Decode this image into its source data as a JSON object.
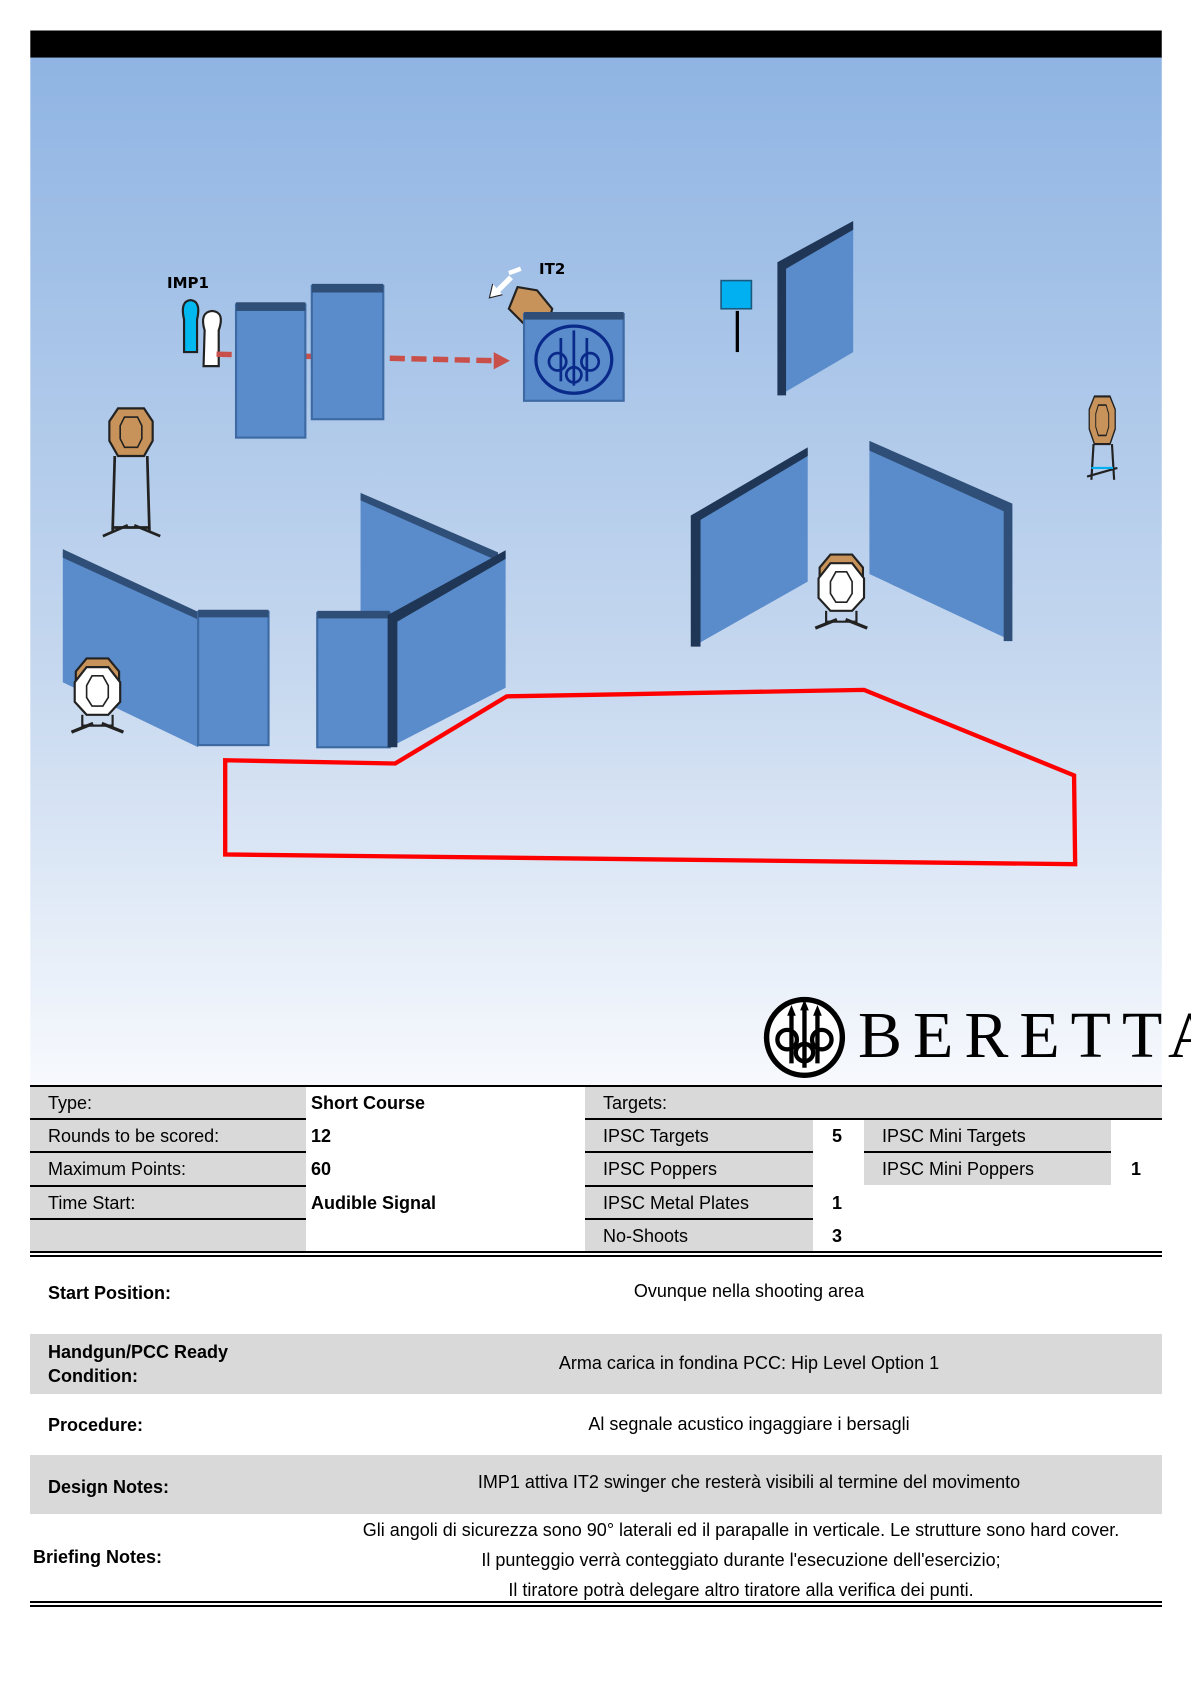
{
  "diagram": {
    "labels": {
      "imp1": "IMP1",
      "it2": "IT2"
    },
    "logo_text": "BERETTA",
    "colors": {
      "sky_top": "#8fb4e3",
      "sky_bottom": "#f4f7fc",
      "wall": "#5a8bcb",
      "wall_dark": "#2f4f78",
      "target": "#c8935a",
      "shooting_area": "#ff0000",
      "activator": "#00b0f0",
      "arrow": "#c9504a"
    }
  },
  "summary": {
    "type_label": "Type:",
    "type_value": "Short Course",
    "rounds_label": "Rounds to be scored:",
    "rounds_value": "12",
    "points_label": "Maximum Points:",
    "points_value": "60",
    "start_label": "Time Start:",
    "start_value": "Audible Signal",
    "targets_label": "Targets:",
    "targets": [
      {
        "label": "IPSC Targets",
        "count": "5"
      },
      {
        "label": "IPSC Poppers",
        "count": ""
      },
      {
        "label": "IPSC Metal Plates",
        "count": "1"
      },
      {
        "label": "No-Shoots",
        "count": "3"
      }
    ],
    "mini_targets": [
      {
        "label": "IPSC Mini Targets",
        "count": ""
      },
      {
        "label": "IPSC Mini Poppers",
        "count": "1"
      }
    ]
  },
  "details": {
    "start_position": {
      "label": "Start Position:",
      "value": "Ovunque nella shooting area"
    },
    "ready_condition": {
      "label_line1": "Handgun/PCC Ready",
      "label_line2": "Condition:",
      "value": "Arma carica in fondina PCC: Hip Level Option 1"
    },
    "procedure": {
      "label": "Procedure:",
      "value": "Al segnale acustico ingaggiare i bersagli"
    },
    "design_notes": {
      "label": "Design Notes:",
      "value": "IMP1 attiva IT2 swinger che resterà visibili al termine del movimento"
    },
    "briefing_notes": {
      "label": "Briefing Notes:",
      "lines": [
        "Gli angoli di sicurezza sono 90° laterali ed il parapalle in verticale. Le strutture sono hard cover.",
        "Il punteggio verrà conteggiato durante l'esecuzione dell'esercizio;",
        "Il tiratore potrà delegare altro tiratore alla verifica dei punti."
      ]
    }
  }
}
